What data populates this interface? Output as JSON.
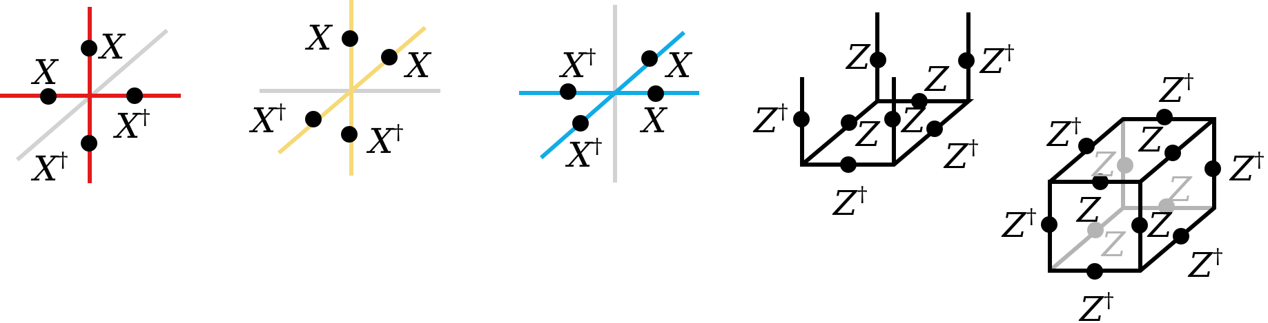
{
  "colors": {
    "red": "#e31b1b",
    "gray": "#d2d2d2",
    "yellow": "#f6d977",
    "blue": "#11ace6",
    "black": "#000000",
    "faded": "#b4b4b4"
  },
  "panels": [
    {
      "name": "red-vertex",
      "lines": [
        {
          "color": "gray"
        },
        {
          "color": "red"
        },
        {
          "color": "red"
        }
      ],
      "dots": 4,
      "labels": [
        {
          "base": "X",
          "sup": ""
        },
        {
          "base": "X",
          "sup": ""
        },
        {
          "base": "X",
          "sup": "†"
        },
        {
          "base": "X",
          "sup": "†"
        }
      ]
    },
    {
      "name": "yellow-vertex",
      "lines": [
        {
          "color": "gray"
        },
        {
          "color": "yellow"
        },
        {
          "color": "yellow"
        }
      ],
      "dots": 4,
      "labels": [
        {
          "base": "X",
          "sup": ""
        },
        {
          "base": "X",
          "sup": ""
        },
        {
          "base": "X",
          "sup": "†"
        },
        {
          "base": "X",
          "sup": "†"
        }
      ]
    },
    {
      "name": "blue-vertex",
      "lines": [
        {
          "color": "gray"
        },
        {
          "color": "blue"
        },
        {
          "color": "blue"
        }
      ],
      "dots": 4,
      "labels": [
        {
          "base": "X",
          "sup": "†"
        },
        {
          "base": "X",
          "sup": ""
        },
        {
          "base": "X",
          "sup": ""
        },
        {
          "base": "X",
          "sup": "†"
        }
      ]
    },
    {
      "name": "open-cube",
      "labels": [
        {
          "base": "Z",
          "sup": ""
        },
        {
          "base": "Z",
          "sup": "†"
        },
        {
          "base": "Z",
          "sup": ""
        },
        {
          "base": "Z",
          "sup": "†"
        },
        {
          "base": "Z",
          "sup": ""
        },
        {
          "base": "Z",
          "sup": ""
        },
        {
          "base": "Z",
          "sup": "†"
        },
        {
          "base": "Z",
          "sup": "†"
        }
      ]
    },
    {
      "name": "closed-cube",
      "labels": [
        {
          "base": "Z",
          "sup": "†"
        },
        {
          "base": "Z",
          "sup": "†"
        },
        {
          "base": "Z",
          "sup": ""
        },
        {
          "base": "Z",
          "sup": "†"
        },
        {
          "base": "Z",
          "sup": "†"
        },
        {
          "base": "Z",
          "sup": ""
        },
        {
          "base": "Z",
          "sup": ""
        },
        {
          "base": "Z",
          "sup": "†"
        },
        {
          "base": "Z",
          "sup": "†"
        },
        {
          "base": "Z",
          "sup": ""
        },
        {
          "base": "Z",
          "sup": ""
        },
        {
          "base": "Z",
          "sup": ""
        }
      ]
    }
  ]
}
